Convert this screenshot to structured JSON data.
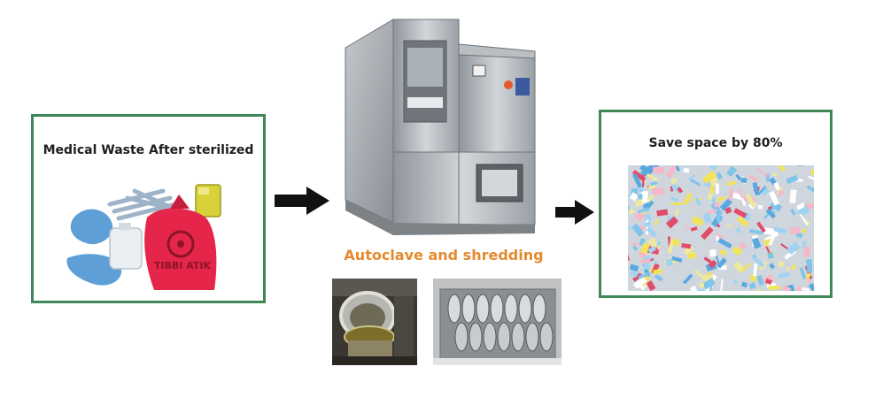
{
  "left_panel": {
    "title": "Medical Waste After sterilized",
    "bag_text": "TIBBI ATIK"
  },
  "process": {
    "caption": "Autoclave and shredding"
  },
  "right_panel": {
    "title": "Save space by 80%"
  },
  "colors": {
    "panel_border": "#3f8658",
    "caption": "#e48a2e",
    "arrow": "#111111"
  }
}
